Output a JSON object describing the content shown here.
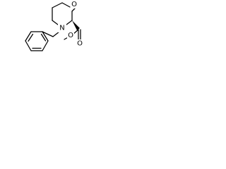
{
  "molecule": {
    "atoms": {
      "ring_oxygen": "O",
      "ring_nitrogen": "N",
      "carbonyl_oxygen": "O",
      "ester_oxygen": "O"
    },
    "line_color": "#000000",
    "background": "#ffffff"
  }
}
